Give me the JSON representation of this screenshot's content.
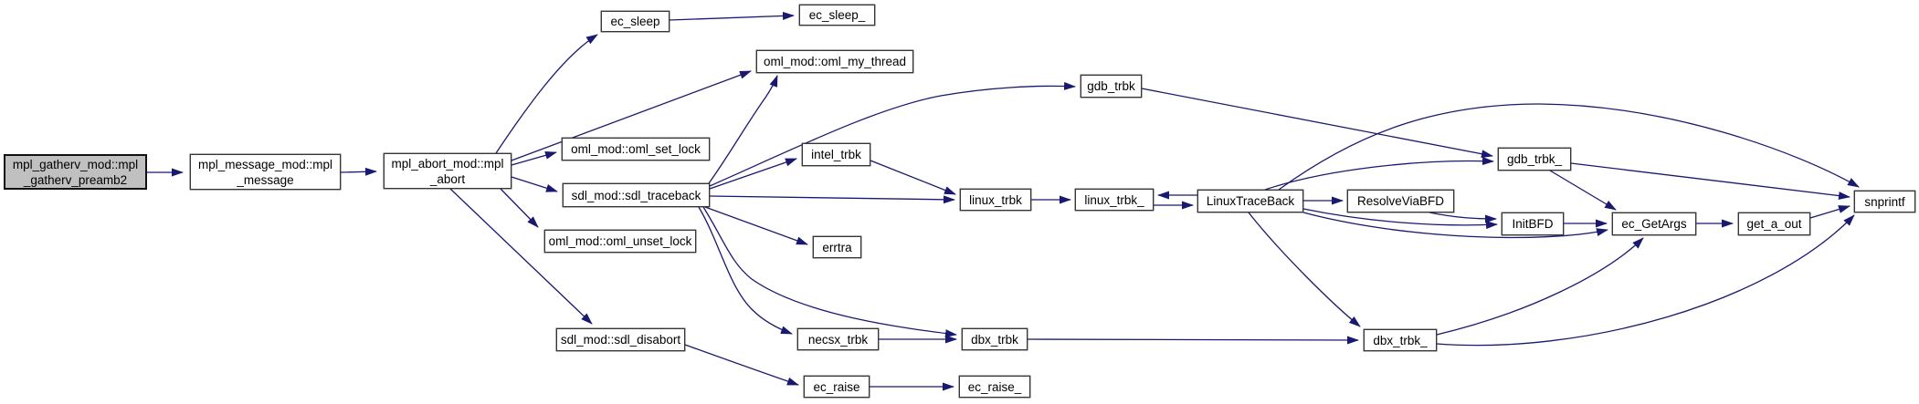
{
  "diagram": {
    "type": "call-graph",
    "direction": "left-to-right",
    "colors": {
      "edge": "#191970",
      "node_fill": "#ffffff",
      "node_border": "#363636",
      "highlight_fill": "#c0c0c0",
      "text": "#000000",
      "background": "#ffffff"
    },
    "nodes": {
      "preamb2": {
        "label": "mpl_gatherv_mod::mpl_gatherv_preamb2",
        "lines": [
          "mpl_gatherv_mod::mpl",
          "_gatherv_preamb2"
        ],
        "highlighted": true
      },
      "mpl_message": {
        "label": "mpl_message_mod::mpl_message",
        "lines": [
          "mpl_message_mod::mpl",
          "_message"
        ]
      },
      "mpl_abort": {
        "label": "mpl_abort_mod::mpl_abort",
        "lines": [
          "mpl_abort_mod::mpl",
          "_abort"
        ]
      },
      "ec_sleep": {
        "label": "ec_sleep"
      },
      "ec_sleep_": {
        "label": "ec_sleep_"
      },
      "oml_my_thread": {
        "label": "oml_mod::oml_my_thread"
      },
      "oml_set_lock": {
        "label": "oml_mod::oml_set_lock"
      },
      "sdl_traceback": {
        "label": "sdl_mod::sdl_traceback"
      },
      "oml_unset_lock": {
        "label": "oml_mod::oml_unset_lock"
      },
      "sdl_disabort": {
        "label": "sdl_mod::sdl_disabort"
      },
      "intel_trbk": {
        "label": "intel_trbk"
      },
      "errtra": {
        "label": "errtra"
      },
      "gdb_trbk": {
        "label": "gdb_trbk"
      },
      "linux_trbk": {
        "label": "linux_trbk"
      },
      "linux_trbk_": {
        "label": "linux_trbk_"
      },
      "linuxtraceback": {
        "label": "LinuxTraceBack"
      },
      "resolveviabfd": {
        "label": "ResolveViaBFD"
      },
      "gdb_trbk_": {
        "label": "gdb_trbk_"
      },
      "initbfd": {
        "label": "InitBFD"
      },
      "ec_getargs": {
        "label": "ec_GetArgs"
      },
      "get_a_out": {
        "label": "get_a_out"
      },
      "snprintf": {
        "label": "snprintf"
      },
      "necsx_trbk": {
        "label": "necsx_trbk"
      },
      "dbx_trbk": {
        "label": "dbx_trbk"
      },
      "dbx_trbk_": {
        "label": "dbx_trbk_"
      },
      "ec_raise": {
        "label": "ec_raise"
      },
      "ec_raise_": {
        "label": "ec_raise_"
      }
    },
    "edges": [
      {
        "from": "preamb2",
        "to": "mpl_message"
      },
      {
        "from": "mpl_message",
        "to": "mpl_abort"
      },
      {
        "from": "mpl_abort",
        "to": "ec_sleep"
      },
      {
        "from": "mpl_abort",
        "to": "oml_my_thread"
      },
      {
        "from": "mpl_abort",
        "to": "oml_set_lock"
      },
      {
        "from": "mpl_abort",
        "to": "sdl_traceback"
      },
      {
        "from": "mpl_abort",
        "to": "oml_unset_lock"
      },
      {
        "from": "mpl_abort",
        "to": "sdl_disabort"
      },
      {
        "from": "ec_sleep",
        "to": "ec_sleep_"
      },
      {
        "from": "sdl_traceback",
        "to": "oml_my_thread"
      },
      {
        "from": "sdl_traceback",
        "to": "gdb_trbk"
      },
      {
        "from": "sdl_traceback",
        "to": "intel_trbk"
      },
      {
        "from": "sdl_traceback",
        "to": "linux_trbk"
      },
      {
        "from": "sdl_traceback",
        "to": "errtra"
      },
      {
        "from": "sdl_traceback",
        "to": "necsx_trbk"
      },
      {
        "from": "sdl_traceback",
        "to": "dbx_trbk"
      },
      {
        "from": "intel_trbk",
        "to": "linux_trbk"
      },
      {
        "from": "linux_trbk",
        "to": "linux_trbk_"
      },
      {
        "from": "linux_trbk_",
        "to": "linuxtraceback"
      },
      {
        "from": "linuxtraceback",
        "to": "linux_trbk_"
      },
      {
        "from": "linuxtraceback",
        "to": "gdb_trbk_"
      },
      {
        "from": "linuxtraceback",
        "to": "snprintf"
      },
      {
        "from": "linuxtraceback",
        "to": "resolveviabfd"
      },
      {
        "from": "linuxtraceback",
        "to": "initbfd"
      },
      {
        "from": "linuxtraceback",
        "to": "ec_getargs"
      },
      {
        "from": "linuxtraceback",
        "to": "dbx_trbk_"
      },
      {
        "from": "resolveviabfd",
        "to": "initbfd"
      },
      {
        "from": "initbfd",
        "to": "ec_getargs"
      },
      {
        "from": "gdb_trbk",
        "to": "gdb_trbk_"
      },
      {
        "from": "gdb_trbk_",
        "to": "ec_getargs"
      },
      {
        "from": "gdb_trbk_",
        "to": "snprintf"
      },
      {
        "from": "ec_getargs",
        "to": "get_a_out"
      },
      {
        "from": "get_a_out",
        "to": "snprintf"
      },
      {
        "from": "dbx_trbk",
        "to": "dbx_trbk_"
      },
      {
        "from": "dbx_trbk_",
        "to": "ec_getargs"
      },
      {
        "from": "dbx_trbk_",
        "to": "snprintf"
      },
      {
        "from": "necsx_trbk",
        "to": "dbx_trbk"
      },
      {
        "from": "sdl_disabort",
        "to": "ec_raise"
      },
      {
        "from": "ec_raise",
        "to": "ec_raise_"
      }
    ]
  }
}
